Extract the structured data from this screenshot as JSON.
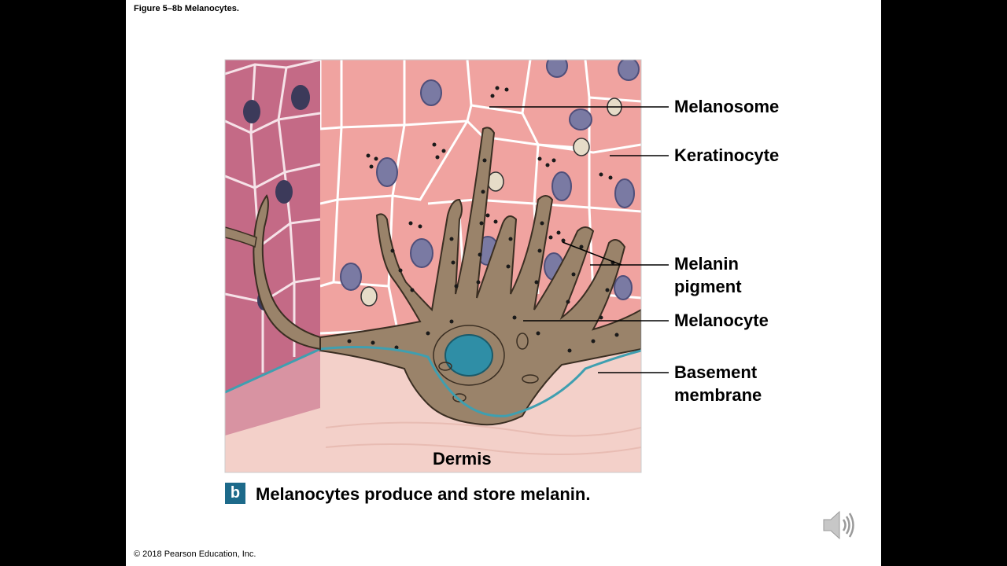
{
  "figure_title": "Figure 5–8b Melanocytes.",
  "labels": {
    "melanosome": "Melanosome",
    "keratinocyte": "Keratinocyte",
    "melanin_line1": "Melanin",
    "melanin_line2": "pigment",
    "melanocyte": "Melanocyte",
    "basement_line1": "Basement",
    "basement_line2": "membrane",
    "dermis": "Dermis"
  },
  "caption": {
    "badge": "b",
    "text": "Melanocytes produce and store melanin."
  },
  "copyright": "© 2018 Pearson Education, Inc.",
  "audio_icon": "speaker-icon",
  "colors": {
    "slide_bg": "#ffffff",
    "frame_bg": "#000000",
    "keratinocyte_pink": "#f0a3a0",
    "side_face_pink": "#c46a86",
    "melanocyte_brown": "#9a836a",
    "nucleus_purple": "#7a7aa3",
    "melanocyte_nucleus": "#2f8ea6",
    "dermis_pink": "#f3d0c9",
    "badge_blue": "#1d6a8a"
  }
}
